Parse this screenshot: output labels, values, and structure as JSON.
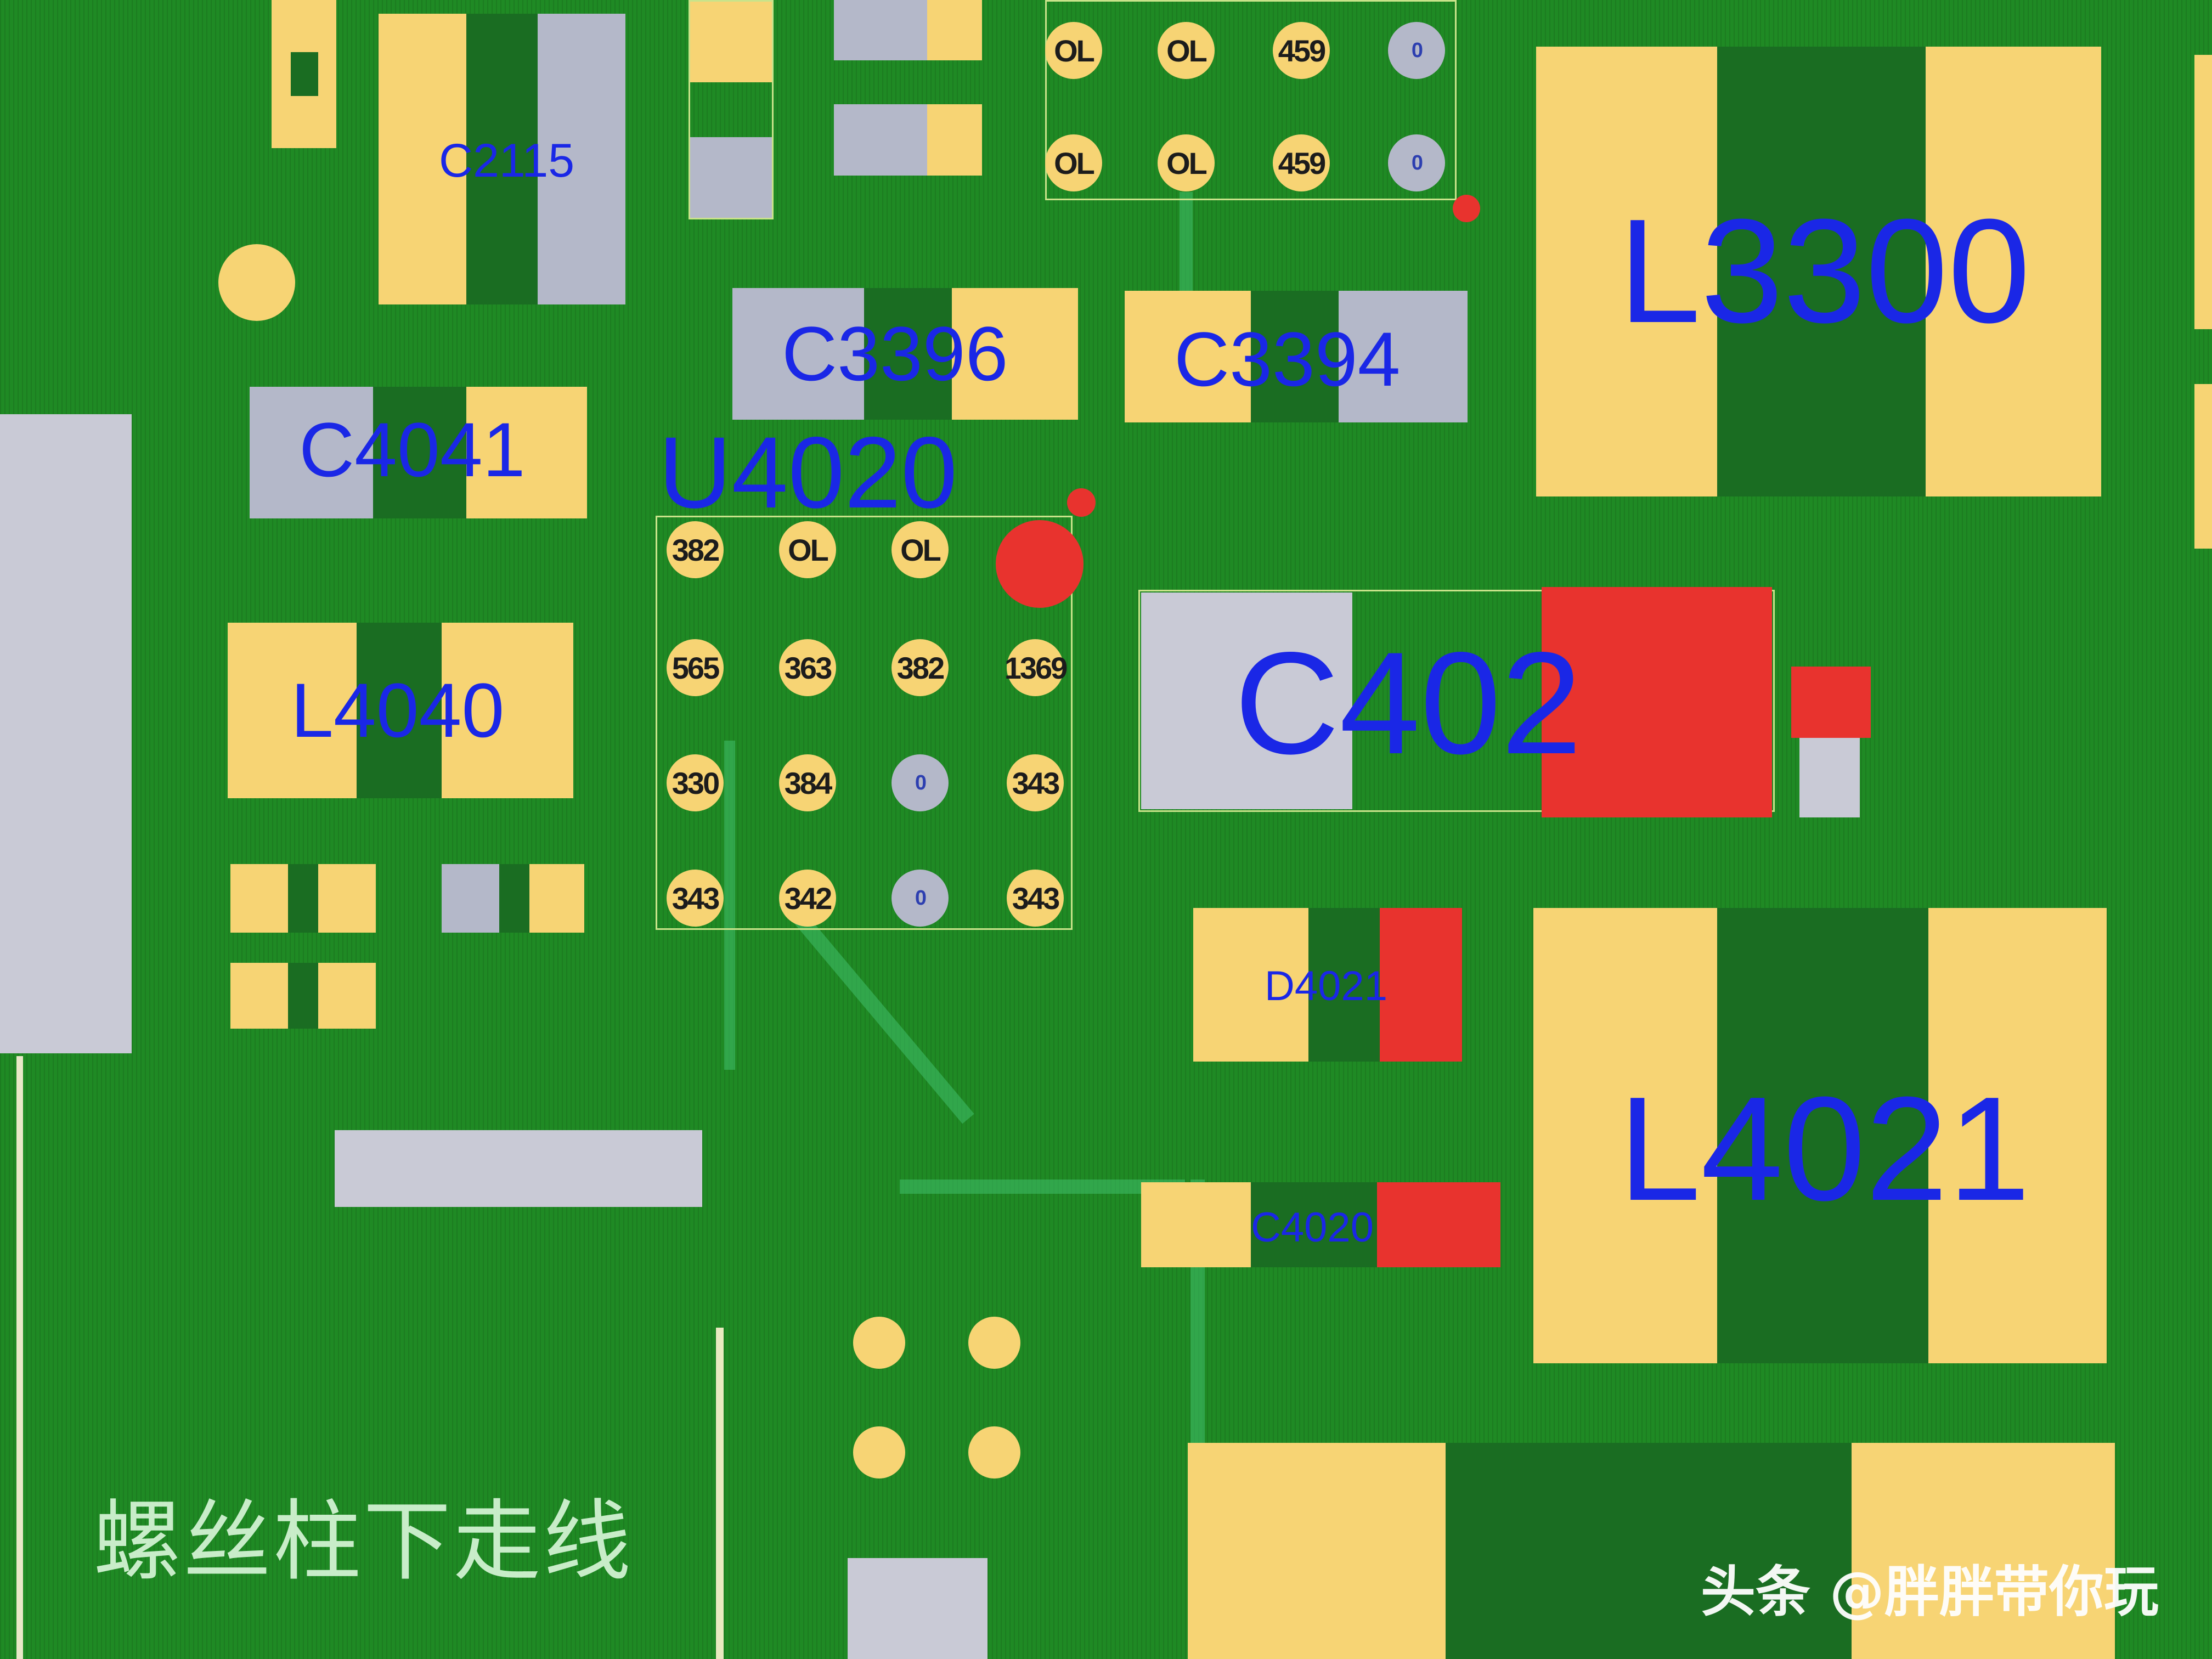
{
  "labels": {
    "l3300": "L3300",
    "c3396": "C3396",
    "c3394": "C3394",
    "c4041": "C4041",
    "u4020": "U4020",
    "c402": "C402",
    "l4040": "L4040",
    "l4021": "L4021",
    "d4021": "D4021",
    "c4020": "C4020",
    "c2115": "C2115"
  },
  "bga_u4020": [
    [
      "382",
      "OL",
      "OL",
      ""
    ],
    [
      "565",
      "363",
      "382",
      "1369"
    ],
    [
      "330",
      "384",
      "0",
      "343"
    ],
    [
      "343",
      "342",
      "0",
      "343"
    ]
  ],
  "top_connector": [
    [
      "OL",
      "OL",
      "459",
      "0"
    ],
    [
      "OL",
      "OL",
      "459",
      "0"
    ]
  ],
  "note_text": "螺丝柱下走线",
  "watermark": "头条 @胖胖带你玩",
  "colors": {
    "board": "#1f8a24",
    "pad": "#f7d474",
    "label": "#1a27e6",
    "highlight": "#e8332e",
    "grey_pad": "#b4b8c9"
  }
}
